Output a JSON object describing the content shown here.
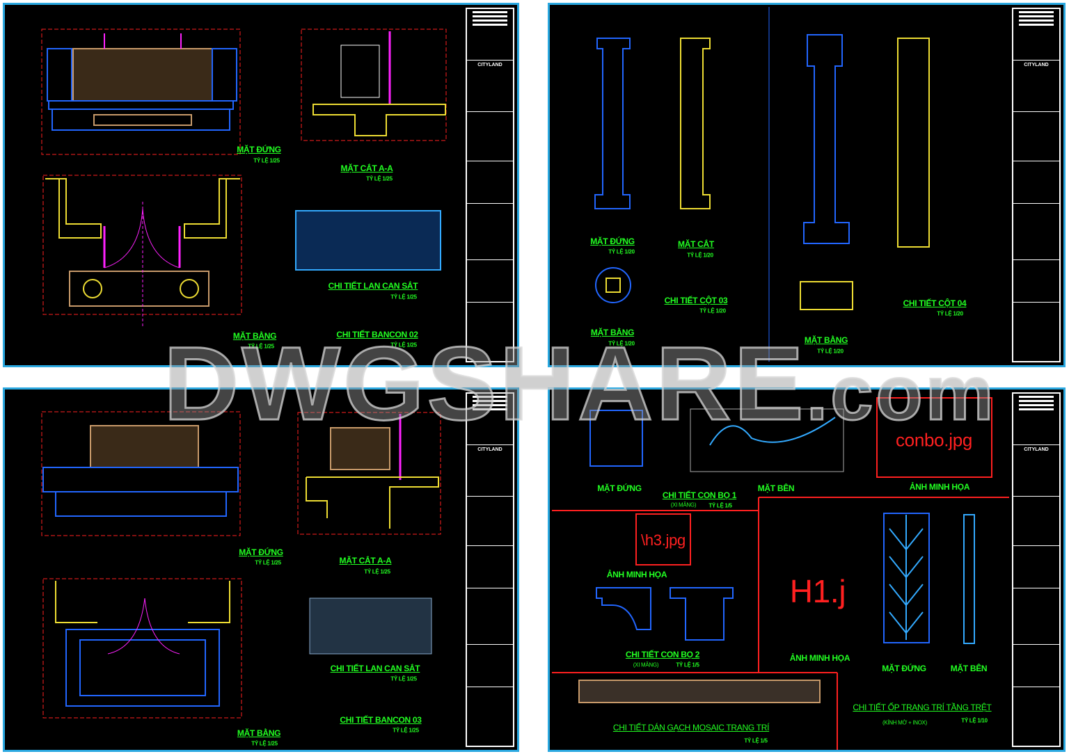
{
  "watermark": {
    "main": "DWGSHARE",
    "suffix": ".com"
  },
  "title_block": {
    "brand": "CITYLAND"
  },
  "colors": {
    "background": "#000000",
    "frame": "#2aa8e0",
    "label": "#22ff22",
    "section": "#ff2020",
    "line": "#2266ff",
    "ornament": "#c89a6a"
  },
  "sheet_tl": {
    "elev": "MẶT ĐỨNG",
    "elev_scale": "TỶ LỆ 1/25",
    "section": "MẶT CẮT A-A",
    "section_scale": "TỶ LỆ 1/25",
    "plan": "MẶT BẰNG",
    "plan_scale": "TỶ LỆ 1/25",
    "railing": "CHI TIẾT LAN CAN SẮT",
    "railing_scale": "TỶ LỆ 1/25",
    "title": "CHI TIẾT BANCON 02",
    "title_scale": "TỶ LỆ 1/25"
  },
  "sheet_tr": {
    "elev": "MẶT ĐỨNG",
    "elev_scale": "TỶ LỆ 1/20",
    "section": "MẶT CẮT",
    "section_scale": "TỶ LỆ 1/20",
    "plan": "MẶT BẰNG",
    "plan_scale": "TỶ LỆ 1/20",
    "col3": "CHI TIẾT CỘT 03",
    "col3_scale": "TỶ LỆ 1/20",
    "plan2": "MẶT BẰNG",
    "plan2_scale": "TỶ LỆ 1/20",
    "col4": "CHI TIẾT CỘT 04",
    "col4_scale": "TỶ LỆ 1/20"
  },
  "sheet_bl": {
    "elev": "MẶT ĐỨNG",
    "elev_scale": "TỶ LỆ 1/25",
    "section": "MẶT CẮT A-A",
    "section_scale": "TỶ LỆ 1/25",
    "railing": "CHI TIẾT LAN CAN SẮT",
    "railing_scale": "TỶ LỆ 1/25",
    "title": "CHI TIẾT BANCON 03",
    "title_scale": "TỶ LỆ 1/25",
    "plan": "MẶT BẰNG",
    "plan_scale": "TỶ LỆ 1/25"
  },
  "sheet_br": {
    "elev": "MẶT ĐỨNG",
    "side": "MẶT BÊN",
    "bracket1": "CHI TIẾT CON BỌ 1",
    "bracket1_mat": "(XI MĂNG)",
    "bracket1_scale": "TỶ LỆ 1/5",
    "illus1": "ẢNH MINH HỌA",
    "img1": "conbo.jpg",
    "illus2": "ẢNH MINH HỌA",
    "img2": "\\h3.jpg",
    "bracket2": "CHI TIẾT CON BỌ 2",
    "bracket2_mat": "(XI MĂNG)",
    "bracket2_scale": "TỶ LỆ 1/5",
    "illus3": "ẢNH MINH HỌA",
    "img3": "H1.j",
    "panel_elev": "MẶT ĐỨNG",
    "panel_side": "MẶT BÊN",
    "cladding": "CHI TIẾT ỐP TRANG TRÍ TẦNG TRỆT",
    "cladding_mat": "(KÍNH MỜ + INOX)",
    "cladding_scale": "TỶ LỆ 1/10",
    "mosaic": "CHI TIẾT DÁN GẠCH MOSAIC TRANG TRÍ",
    "mosaic_scale": "TỶ LỆ 1/5"
  }
}
